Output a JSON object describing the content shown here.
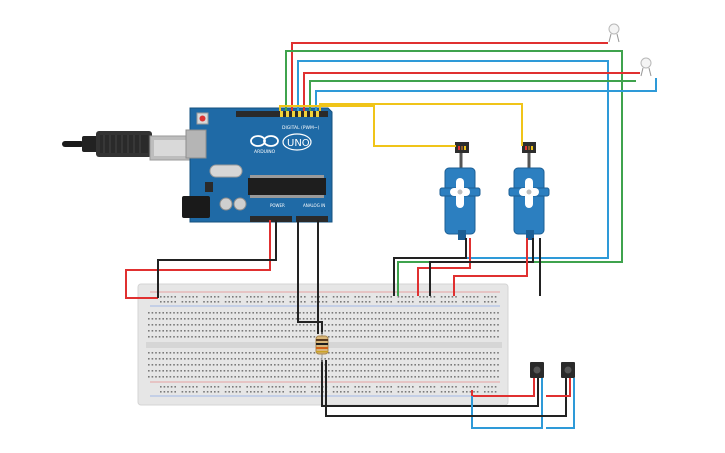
{
  "board": {
    "logo_text": "UNO",
    "brand_text": "ARDUINO",
    "digital_label": "DIGITAL (PWM~)",
    "power_label": "POWER",
    "analog_label": "ANALOG IN",
    "color": "#1f6aa6"
  },
  "wire_colors": {
    "red": "#e03030",
    "green": "#3fa34d",
    "blue": "#2e9ad8",
    "yellow": "#f0c419",
    "black": "#222222"
  },
  "components": {
    "servos": [
      "servo-1",
      "servo-2"
    ],
    "leds": [
      "led-1",
      "led-2"
    ],
    "pushbuttons": [
      "pushbutton-1",
      "pushbutton-2"
    ],
    "resistors": [
      "resistor-1"
    ]
  }
}
